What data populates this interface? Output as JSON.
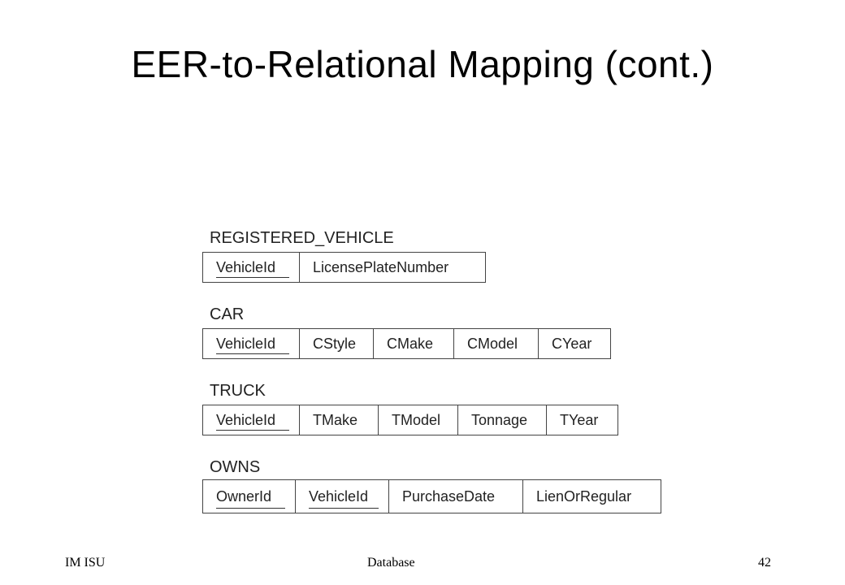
{
  "slide": {
    "title": "EER-to-Relational Mapping (cont.)"
  },
  "relations": {
    "registered_vehicle": {
      "name": "REGISTERED_VEHICLE",
      "attributes": [
        "VehicleId",
        "LicensePlateNumber"
      ]
    },
    "car": {
      "name": "CAR",
      "attributes": [
        "VehicleId",
        "CStyle",
        "CMake",
        "CModel",
        "CYear"
      ]
    },
    "truck": {
      "name": "TRUCK",
      "attributes": [
        "VehicleId",
        "TMake",
        "TModel",
        "Tonnage",
        "TYear"
      ]
    },
    "owns": {
      "name": "OWNS",
      "attributes": [
        "OwnerId",
        "VehicleId",
        "PurchaseDate",
        "LienOrRegular"
      ]
    }
  },
  "footer": {
    "left": "IM ISU",
    "center": "Database",
    "page_number": "42"
  }
}
